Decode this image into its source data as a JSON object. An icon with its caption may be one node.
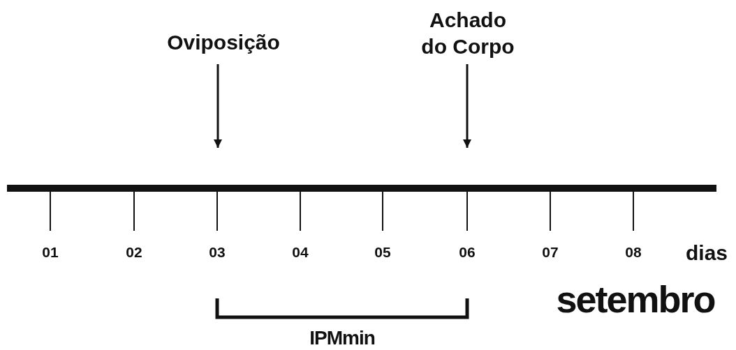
{
  "diagram": {
    "nodes": [
      {
        "text": [
          "Oviposição"
        ]
      },
      {
        "text": [
          "Achado do Corpo"
        ]
      }
    ],
    "edges": [
      {
        "from": 0,
        "to": null,
        "arrow": "to"
      },
      {
        "from": 1,
        "to": null,
        "arrow": "to"
      }
    ],
    "labels": [
      "01",
      "02",
      "03",
      "04",
      "05",
      "06",
      "07",
      "08",
      "dias",
      "setembro",
      "IPMmin"
    ]
  }
}
